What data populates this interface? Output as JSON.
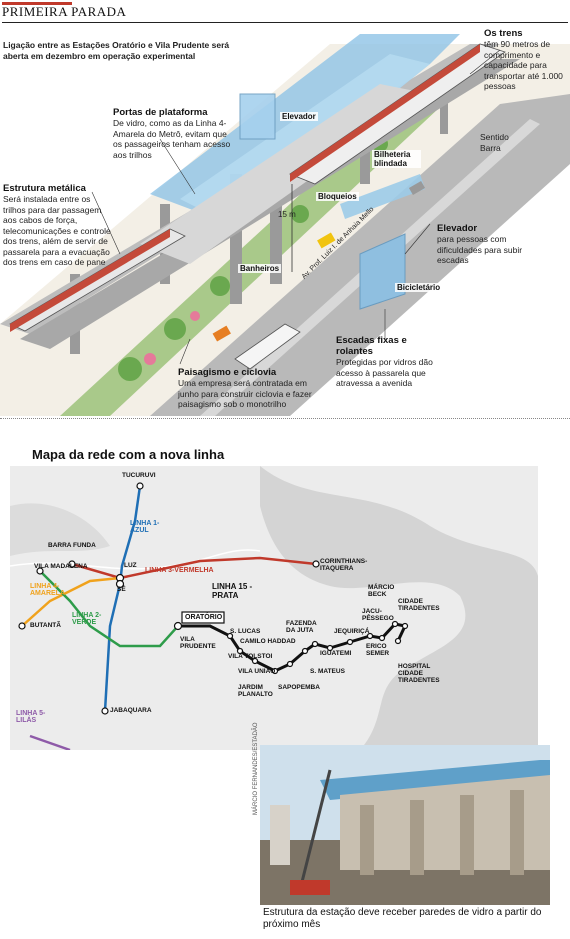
{
  "header": {
    "title": "PRIMEIRA PARADA"
  },
  "intro": "Ligação entre as Estações Oratório e Vila Prudente será aberta em dezembro em operação experimental",
  "annotations": {
    "trens": {
      "title": "Os trens",
      "text": "têm 90 metros de comprimento e capacidade para transportar até 1.000 pessoas"
    },
    "portas": {
      "title": "Portas de plataforma",
      "text": "De vidro, como as da Linha 4-Amarela do Metrô, evitam que os passageiros tenham acesso aos trilhos"
    },
    "estrutura": {
      "title": "Estrutura metálica",
      "text": "Será instalada entre os trilhos para dar passagem aos cabos de força, telecomunicações e controle dos trens, além de servir de passarela para a evacuação dos trens em caso de pane"
    },
    "elevador2": {
      "title": "Elevador",
      "text": "para pessoas com dificuldades para subir escadas"
    },
    "escadas": {
      "title": "Escadas fixas e rolantes",
      "text": "Protegidas por vidros dão acesso à passarela que atravessa a avenida"
    },
    "paisagismo": {
      "title": "Paisagismo e ciclovia",
      "text": "Uma empresa será contratada em junho para construir ciclovia e fazer paisagismo sob o monotrilho"
    }
  },
  "labels": {
    "elevador": "Elevador",
    "bilheteria": "Bilheteria blindada",
    "bloqueios": "Bloqueios",
    "banheiros": "Banheiros",
    "bicicletario": "Bicicletário",
    "sentido": "Sentido Barra",
    "avenida": "Av. Prof. Luiz I. de Anhaia Mello",
    "altura": "15 m"
  },
  "map": {
    "title": "Mapa da rede com a nova linha",
    "lines": {
      "azul": "LINHA 1-AZUL",
      "vermelha": "LINHA 3-VERMELHA",
      "amarela": "LINHA 4-AMARELA",
      "verde": "LINHA 2-VERDE",
      "prata": "LINHA 15 - PRATA",
      "lilas": "LINHA 5-LILÁS"
    },
    "stations": {
      "tucuruvi": "TUCURUVI",
      "barra_funda": "BARRA FUNDA",
      "luz": "LUZ",
      "vila_madalena": "VILA MADALENA",
      "se": "SÉ",
      "butanta": "BUTANTÃ",
      "jabaquara": "JABAQUARA",
      "corinthians": "CORINTHIANS-ITAQUERA",
      "oratorio": "ORATÓRIO",
      "vila_prudente": "VILA PRUDENTE",
      "s_lucas": "S. LUCAS",
      "camilo": "CAMILO HADDAD",
      "vila_tolstoi": "VILA TOLSTOI",
      "vila_uniao": "VILA UNIÃO",
      "jardim": "JARDIM PLANALTO",
      "sapopemba": "SAPOPEMBA",
      "fazenda": "FAZENDA DA JUTA",
      "s_mateus": "S. MATEUS",
      "iguatemi": "IGUATEMI",
      "jequirica": "JEQUIRIÇÁ",
      "jacu": "JACU-PÊSSEGO",
      "erico": "ERICO SEMER",
      "marcio": "MÁRCIO BECK",
      "cidade_tiradentes": "CIDADE TIRADENTES",
      "hospital": "HOSPITAL CIDADE TIRADENTES"
    }
  },
  "photo": {
    "credit": "MÁRCIO FERNANDES/ESTADÃO",
    "caption": "Estrutura da estação deve receber paredes de vidro a partir do próximo mês"
  },
  "colors": {
    "azul": "#1f6fb5",
    "vermelha": "#c0392b",
    "amarela": "#f0a21c",
    "verde": "#2e9c4a",
    "prata": "#111111",
    "lilas": "#8e5aa8"
  }
}
